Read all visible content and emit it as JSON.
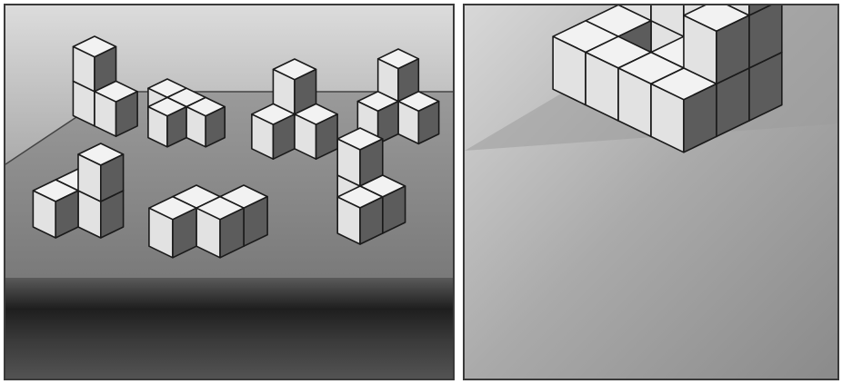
{
  "figure": {
    "colors": {
      "cube_top": "#f2f2f2",
      "cube_left": "#e2e2e2",
      "cube_right": "#5c5c5c",
      "cube_edge": "#1a1a1a",
      "background_light": "#d4d4d4",
      "background_dark": "#6a6a6a",
      "table_surface": "#7a7a7a",
      "table_front": "#2a2a2a"
    },
    "left_panel": {
      "pieces": [
        {
          "name": "piece-1",
          "cubes": 3
        },
        {
          "name": "piece-2",
          "cubes": 4
        },
        {
          "name": "piece-3",
          "cubes": 4
        },
        {
          "name": "piece-4",
          "cubes": 4
        },
        {
          "name": "piece-5",
          "cubes": 4
        },
        {
          "name": "piece-6",
          "cubes": 4
        },
        {
          "name": "piece-7",
          "cubes": 4
        }
      ]
    },
    "right_panel": {
      "assembled_cubes": 20
    }
  }
}
